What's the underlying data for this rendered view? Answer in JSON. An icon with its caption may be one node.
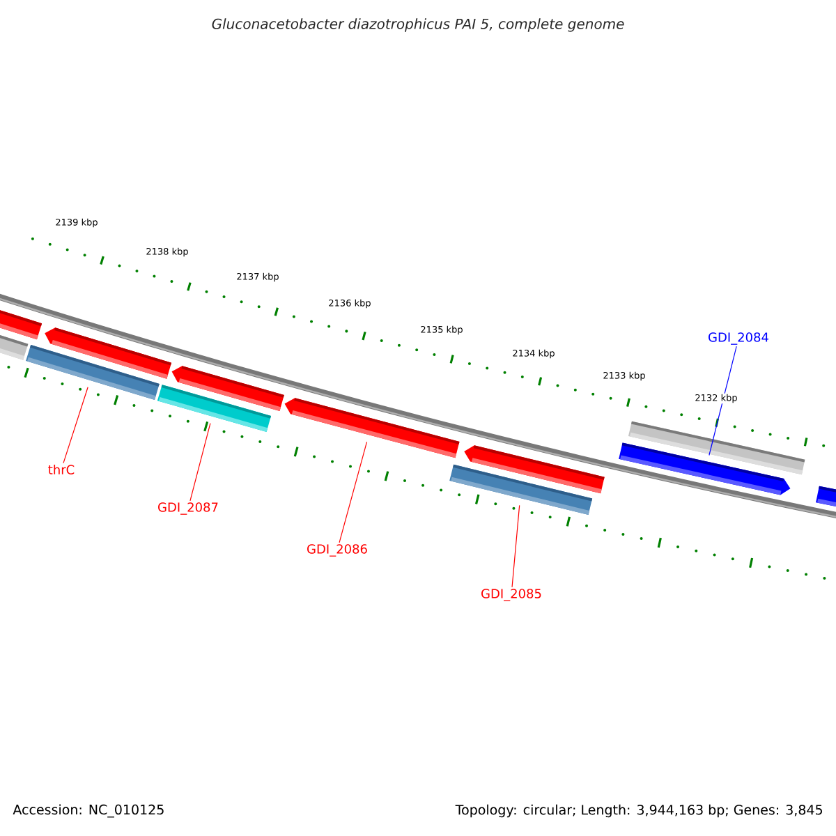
{
  "diagram": {
    "title": "Gluconacetobacter diazotrophicus PAI 5, complete genome",
    "nodes": [
      {
        "text": [
          "thrC"
        ]
      },
      {
        "text": [
          "GDI_2087"
        ]
      },
      {
        "text": [
          "GDI_2086"
        ]
      },
      {
        "text": [
          "GDI_2085"
        ]
      },
      {
        "text": [
          "GDI_2084"
        ]
      },
      {
        "text": [],
        "shape": "bar"
      },
      {
        "text": [],
        "shape": "bar"
      },
      {
        "text": [],
        "shape": "bar"
      },
      {
        "text": [],
        "shape": "bar"
      },
      {
        "text": [],
        "shape": "bar"
      },
      {
        "text": [],
        "shape": "bar"
      },
      {
        "text": [],
        "shape": "bar"
      },
      {
        "text": [],
        "shape": "bar"
      },
      {
        "text": [],
        "shape": "bar"
      },
      {
        "text": [],
        "shape": "bar"
      },
      {
        "text": [],
        "shape": "bar"
      },
      {
        "text": [],
        "shape": "bar"
      }
    ],
    "edges": [
      {
        "from": 0,
        "to": 7,
        "arrow": "none"
      },
      {
        "from": 1,
        "to": 9,
        "arrow": "none"
      },
      {
        "from": 2,
        "to": 11,
        "arrow": "none"
      },
      {
        "from": 3,
        "to": 12,
        "arrow": "none"
      },
      {
        "from": 4,
        "to": 14,
        "arrow": "none",
        "color": "#0000ff"
      }
    ],
    "labels": [
      "2139 kbp",
      "2138 kbp",
      "2137 kbp",
      "2136 kbp",
      "2135 kbp",
      "2134 kbp",
      "2133 kbp",
      "2132 kbp",
      "Accession: NC_010125",
      "Topology: circular; Length: 3,944,163 bp; Genes: 3,845"
    ]
  }
}
